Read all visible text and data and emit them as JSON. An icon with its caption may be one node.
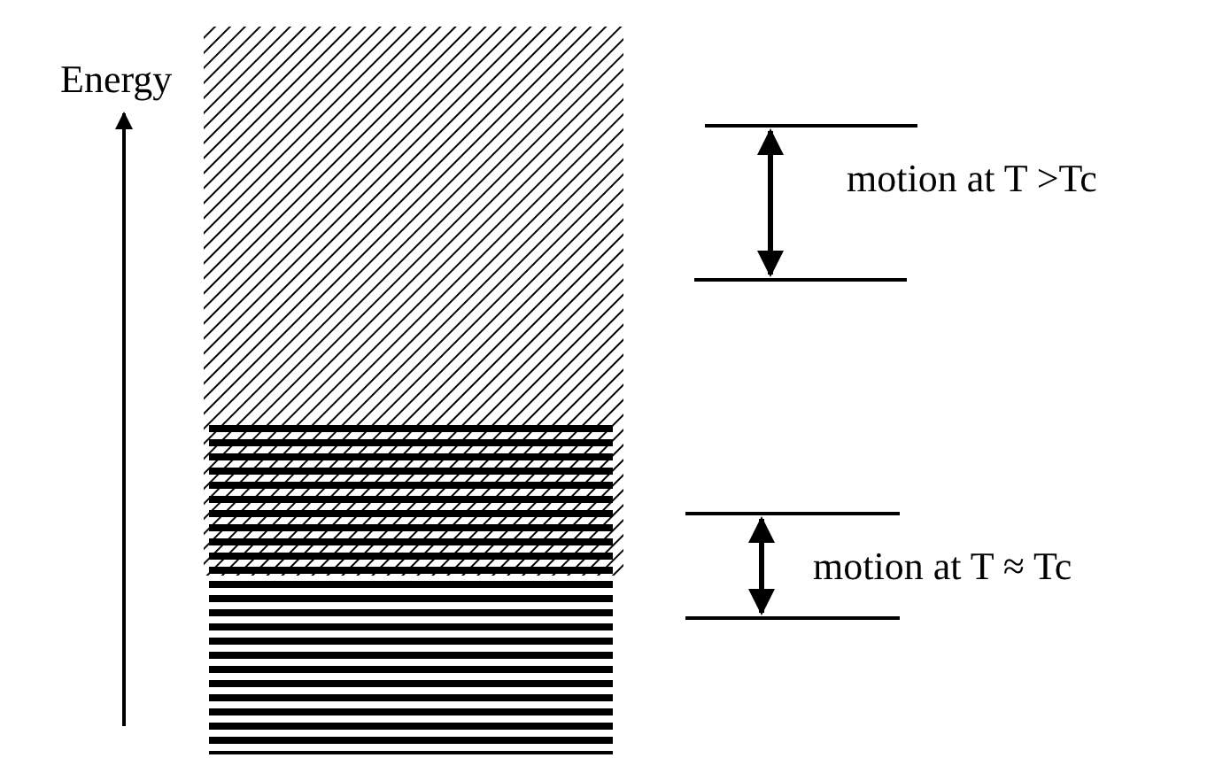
{
  "diagram": {
    "labels": [
      "Energy",
      "motion at T >Tc",
      "motion at T ≈ Tc"
    ]
  }
}
